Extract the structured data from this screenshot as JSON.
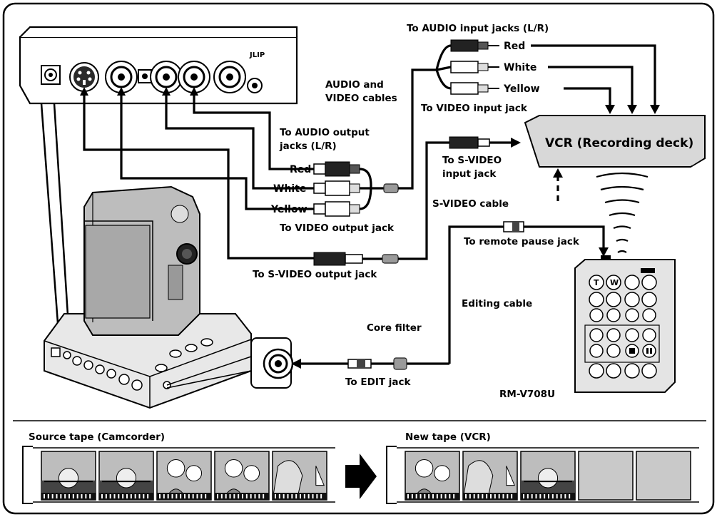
{
  "labels": {
    "to_audio_input": "To AUDIO input jacks (L/R)",
    "red_in": "Red",
    "white_in": "White",
    "yellow_in": "Yellow",
    "to_video_input": "To VIDEO input jack",
    "av_cables_1": "AUDIO and",
    "av_cables_2": "VIDEO cables",
    "vcr": "VCR (Recording deck)",
    "to_audio_output_1": "To AUDIO output",
    "to_audio_output_2": "jacks (L/R)",
    "red_out": "Red",
    "white_out": "White",
    "yellow_out": "Yellow",
    "to_video_output": "To VIDEO output jack",
    "to_svideo_input_1": "To S-VIDEO",
    "to_svideo_input_2": "input jack",
    "svideo_cable": "S-VIDEO cable",
    "to_remote_pause": "To remote pause jack",
    "to_svideo_output": "To S-VIDEO output jack",
    "editing_cable": "Editing cable",
    "core_filter": "Core filter",
    "to_edit": "To EDIT jack",
    "remote_model": "RM-V708U",
    "jlip": "JLIP",
    "source_tape": "Source tape (Camcorder)",
    "new_tape": "New tape (VCR)"
  },
  "remote_buttons": {
    "t": "T",
    "w": "W"
  },
  "source_frames": [
    "sunset",
    "sunset",
    "couple",
    "couple",
    "girl-with-sailboat"
  ],
  "new_frames": [
    "couple",
    "girl-with-sailboat",
    "sunset",
    "blank",
    "blank"
  ]
}
